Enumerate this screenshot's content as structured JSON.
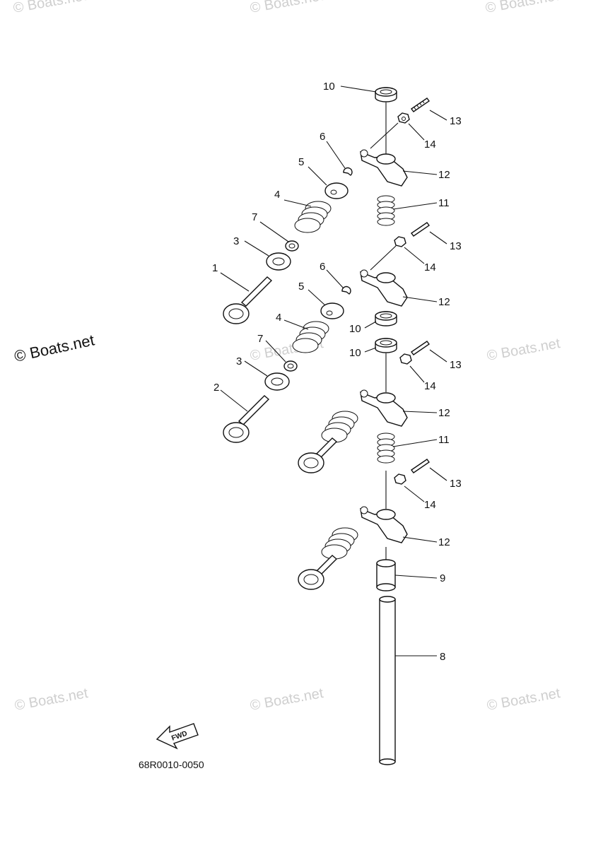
{
  "diagram": {
    "part_code": "68R0010-0050",
    "fwd_label": "FWD",
    "watermark_main": "© Boats.net",
    "watermark_faint": "© Boats.net",
    "callouts": [
      "1",
      "2",
      "3",
      "3",
      "4",
      "4",
      "5",
      "5",
      "6",
      "6",
      "7",
      "7",
      "8",
      "9",
      "10",
      "10",
      "10",
      "11",
      "11",
      "12",
      "12",
      "12",
      "12",
      "13",
      "13",
      "13",
      "13",
      "14",
      "14",
      "14",
      "14"
    ]
  }
}
